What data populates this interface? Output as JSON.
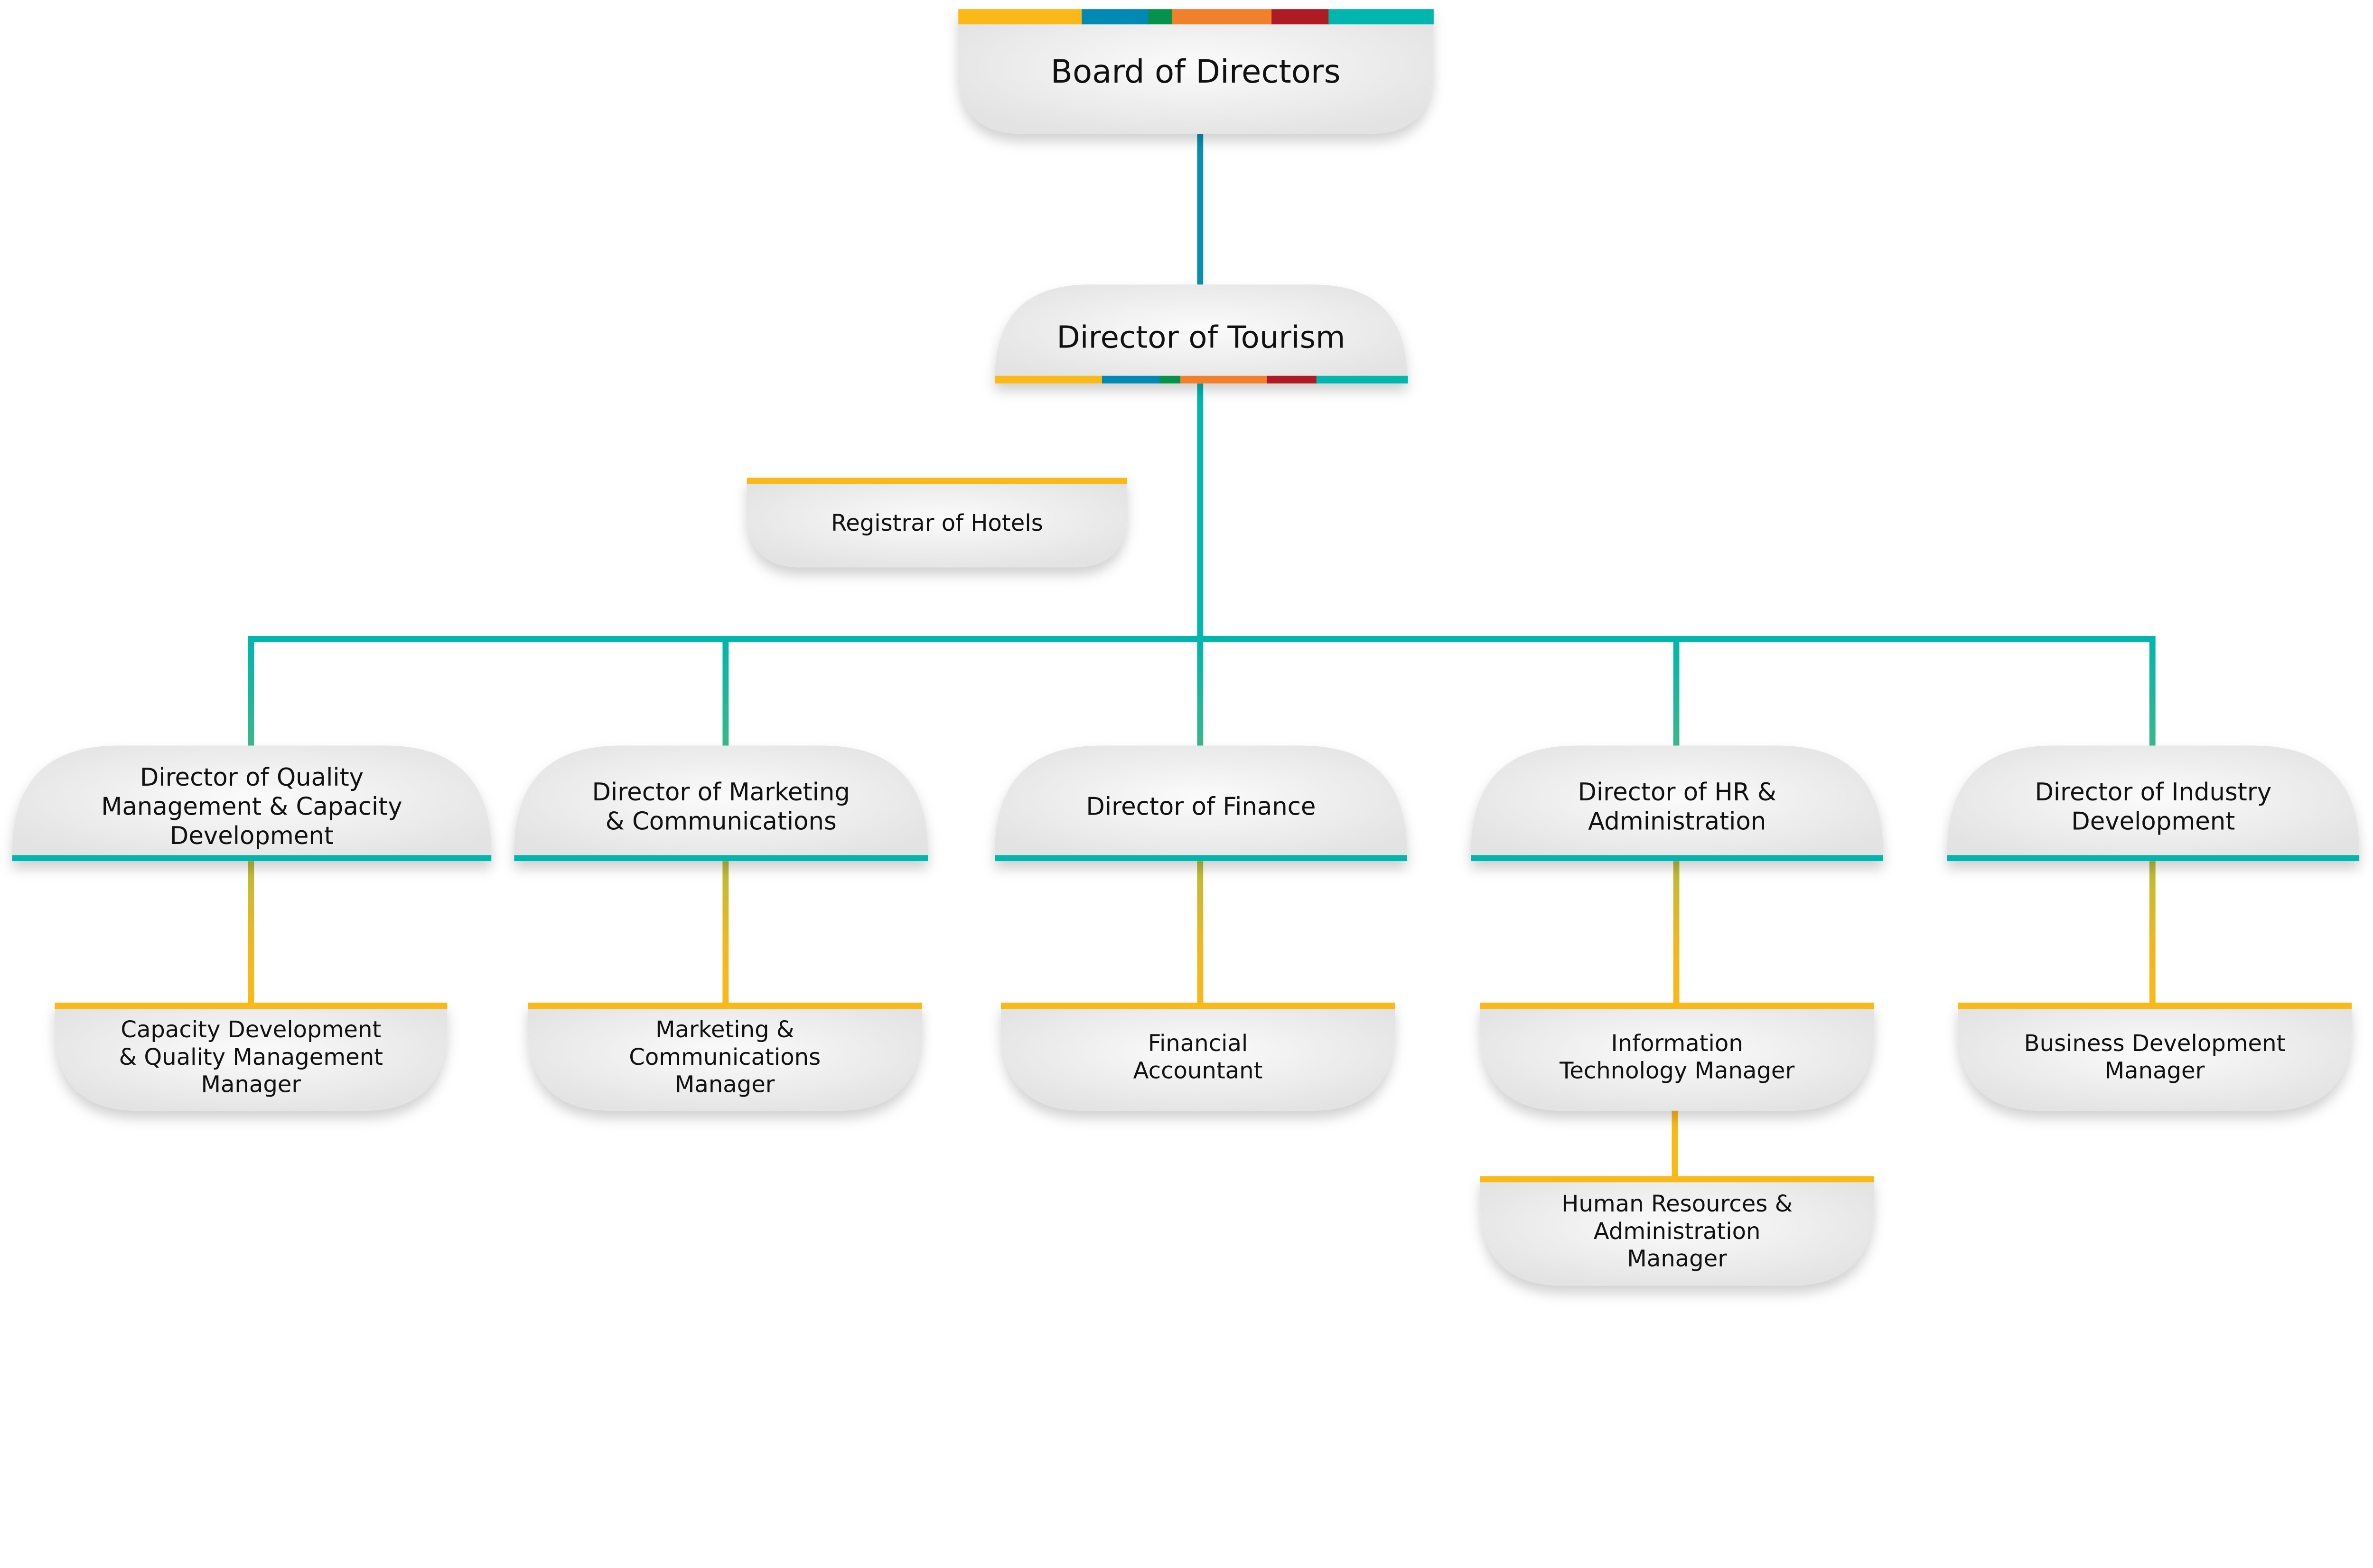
{
  "board": {
    "label": [
      "Board of Directors"
    ]
  },
  "ceo": {
    "label": [
      "Director of Tourism"
    ]
  },
  "registrar": {
    "label": [
      "Registrar of Hotels"
    ]
  },
  "directors": [
    {
      "label": [
        "Director of Quality",
        "Management & Capacity",
        "Development"
      ]
    },
    {
      "label": [
        "Director of Marketing",
        "& Communications"
      ]
    },
    {
      "label": [
        "Director of Finance"
      ]
    },
    {
      "label": [
        "Director of HR &",
        "Administration"
      ]
    },
    {
      "label": [
        "Director of Industry",
        "Development"
      ]
    }
  ],
  "managers": [
    {
      "label": [
        "Capacity Development",
        "& Quality Management",
        "Manager"
      ]
    },
    {
      "label": [
        "Marketing &",
        "Communications",
        "Manager"
      ]
    },
    {
      "label": [
        "Financial",
        "Accountant"
      ]
    },
    {
      "label": [
        "Information",
        "Technology Manager"
      ]
    },
    {
      "label": [
        "Business Development",
        "Manager"
      ]
    }
  ],
  "sub_manager": {
    "label": [
      "Human Resources &",
      "Administration",
      "Manager"
    ]
  },
  "colors": {
    "stripe": [
      "#fbb918",
      "#0089b3",
      "#05924a",
      "#f27f2a",
      "#b01a22",
      "#00b6ae"
    ],
    "teal": "#00b6ae",
    "blue": "#0a8fb0",
    "yellow": "#fbb918",
    "box": "#ececec"
  }
}
